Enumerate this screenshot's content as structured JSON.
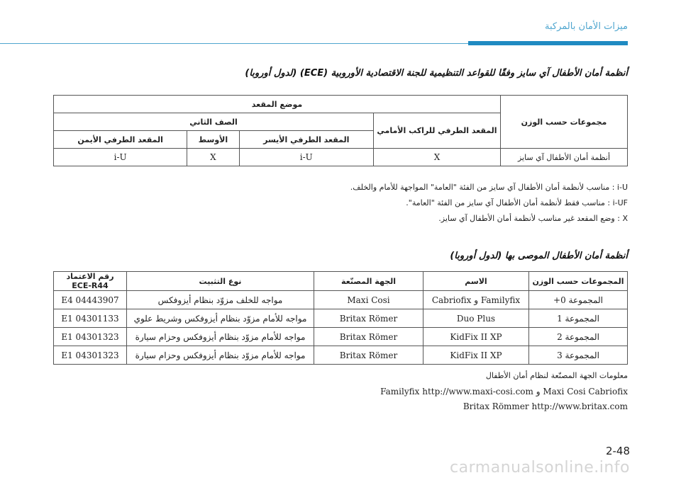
{
  "header": {
    "section": "ميزات الأمان بالمركبة"
  },
  "table1": {
    "title": "أنظمة أمان الأطفال آي سايز وفقًا للقواعد التنظيمية للجنة الاقتصادية الأوروبية (ECE) (لدول أوروبا)",
    "group_header": "مجموعات حسب الوزن",
    "seat_position_header": "موضع المقعد",
    "front_passenger_header": "المقعد الطرفي للراكب الأمامي",
    "second_row_header": "الصف الثاني",
    "cols": [
      "المقعد الطرفي الأيسر",
      "الأوسط",
      "المقعد الطرفي الأيمن"
    ],
    "row": {
      "label": "أنظمة أمان الأطفال آي سايز",
      "passenger": "X",
      "left": "i-U",
      "middle": "X",
      "right": "i-U"
    }
  },
  "notes": [
    {
      "code": "i-U",
      "text": "مناسب لأنظمة أمان الأطفال آي سايز من الفئة \"العامة\" المواجهة للأمام والخلف."
    },
    {
      "code": "i-UF",
      "text": "مناسب فقط لأنظمة أمان الأطفال آي سايز من الفئة \"العامة\"."
    },
    {
      "code": "X",
      "text": "وضع المقعد غير مناسب لأنظمة أمان الأطفال آي سايز."
    }
  ],
  "table2": {
    "title": "أنظمة أمان الأطفال الموصى بها (لدول أوروبا)",
    "headers": [
      "المجموعات حسب الوزن",
      "الاسم",
      "الجهة المصنّعة",
      "نوع التثبيت",
      "رقم الاعتماد ECE-R44"
    ],
    "rows": [
      [
        "المجموعة 0+",
        "Familyfix و Cabriofix",
        "Maxi Cosi",
        "مواجه للخلف مزوّد بنظام أيزوفكس",
        "E4 04443907"
      ],
      [
        "المجموعة 1",
        "Duo Plus",
        "Britax Römer",
        "مواجه للأمام مزوّد بنظام أيزوفكس وشريط علوي",
        "E1 04301133"
      ],
      [
        "المجموعة 2",
        "KidFix II XP",
        "Britax Römer",
        "مواجه للأمام مزوّد بنظام أيزوفكس وحزام سيارة",
        "E1 04301323"
      ],
      [
        "المجموعة 3",
        "KidFix II XP",
        "Britax Römer",
        "مواجه للأمام مزوّد بنظام أيزوفكس وحزام سيارة",
        "E1 04301323"
      ]
    ]
  },
  "footer": {
    "line1": "معلومات الجهة المصنّعة لنظام أمان الأطفال",
    "line2": "Maxi Cosi Cabriofix و Familyfix http://www.maxi-cosi.com",
    "line3": "Britax Römmer http://www.britax.com"
  },
  "page_number": "2-48",
  "watermark": "carmanualsonline.info"
}
